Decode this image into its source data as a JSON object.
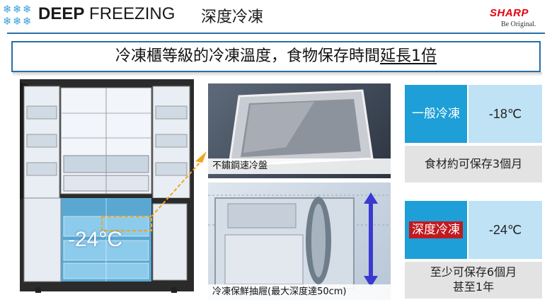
{
  "header": {
    "title_en_bold": "DEEP",
    "title_en_rest": "FREEZING",
    "title_zh": "深度冷凍",
    "brand": "SHARP",
    "tagline": "Be Original."
  },
  "headline": {
    "prefix": "冷凍櫃等級的冷凍溫度，食物保存時間",
    "emphasis": "延長1倍"
  },
  "fridge": {
    "temperature": "-24°C"
  },
  "photos": {
    "tray_caption": "不鏽鋼速冷盤",
    "drawer_caption": "冷凍保鮮抽屜(最大深度達50cm)"
  },
  "comparison": {
    "general": {
      "label": "一般冷凍",
      "temperature": "-18℃",
      "storage": "食材約可保存3個月"
    },
    "deep": {
      "label": "深度冷凍",
      "temperature": "-24℃",
      "storage_line1": "至少可保存6個月",
      "storage_line2": "甚至1年"
    }
  },
  "colors": {
    "accent_blue": "#1e9fd8",
    "light_blue": "#bfe2f5",
    "brand_red": "#e60012",
    "highlight_red": "#c01a20",
    "rule_blue": "#2a6ea5",
    "arrow_orange": "#f2a51a"
  }
}
